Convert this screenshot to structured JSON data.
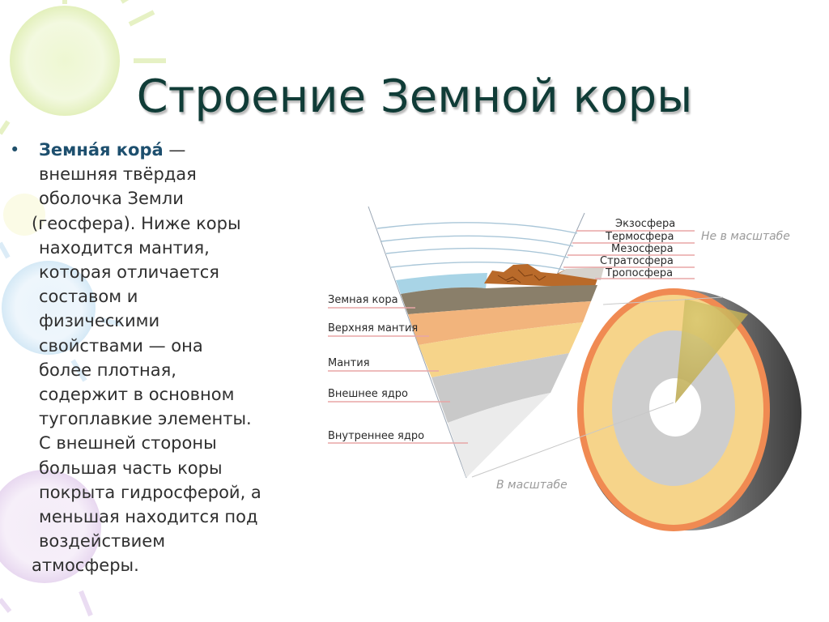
{
  "slide": {
    "title": "Строение Земной коры",
    "text": {
      "term_lead": "Земна́я кора́",
      "term_dash": " —",
      "lines": [
        "внешняя твёрдая",
        "оболочка Земли",
        "(геосфера). Ниже коры",
        "находится мантия,",
        "которая отличается",
        "составом и",
        "физическими",
        "свойствами — она",
        "более плотная,",
        "содержит в основном",
        "тугоплавкие элементы.",
        "С внешней стороны",
        "большая часть коры",
        "покрыта гидросферой, а",
        "меньшая находится под",
        "воздействием",
        "атмосферы."
      ]
    }
  },
  "diagram": {
    "atmosphere_labels": {
      "exosphere": "Экзосфера",
      "thermosphere": "Термосфера",
      "mesosphere": "Мезосфера",
      "stratosphere": "Стратосфера",
      "troposphere": "Тропосфера",
      "not_to_scale": "Не в масштабе"
    },
    "layer_labels": {
      "crust": "Земная кора",
      "upper_mantle": "Верхняя мантия",
      "mantle": "Мантия",
      "outer_core": "Внешнее ядро",
      "inner_core": "Внутреннее ядро"
    },
    "to_scale": "В масштабе",
    "colors": {
      "crust": "#8a7f6a",
      "upper_mantle": "#f2b47c",
      "mantle": "#f6d48a",
      "outer_core": "#c9c9c9",
      "inner_core": "#ebebeb",
      "ocean": "#a8d4e6",
      "land": "#b96a2a",
      "leader_line": "#e8a6a6",
      "title": "#103c37"
    }
  }
}
